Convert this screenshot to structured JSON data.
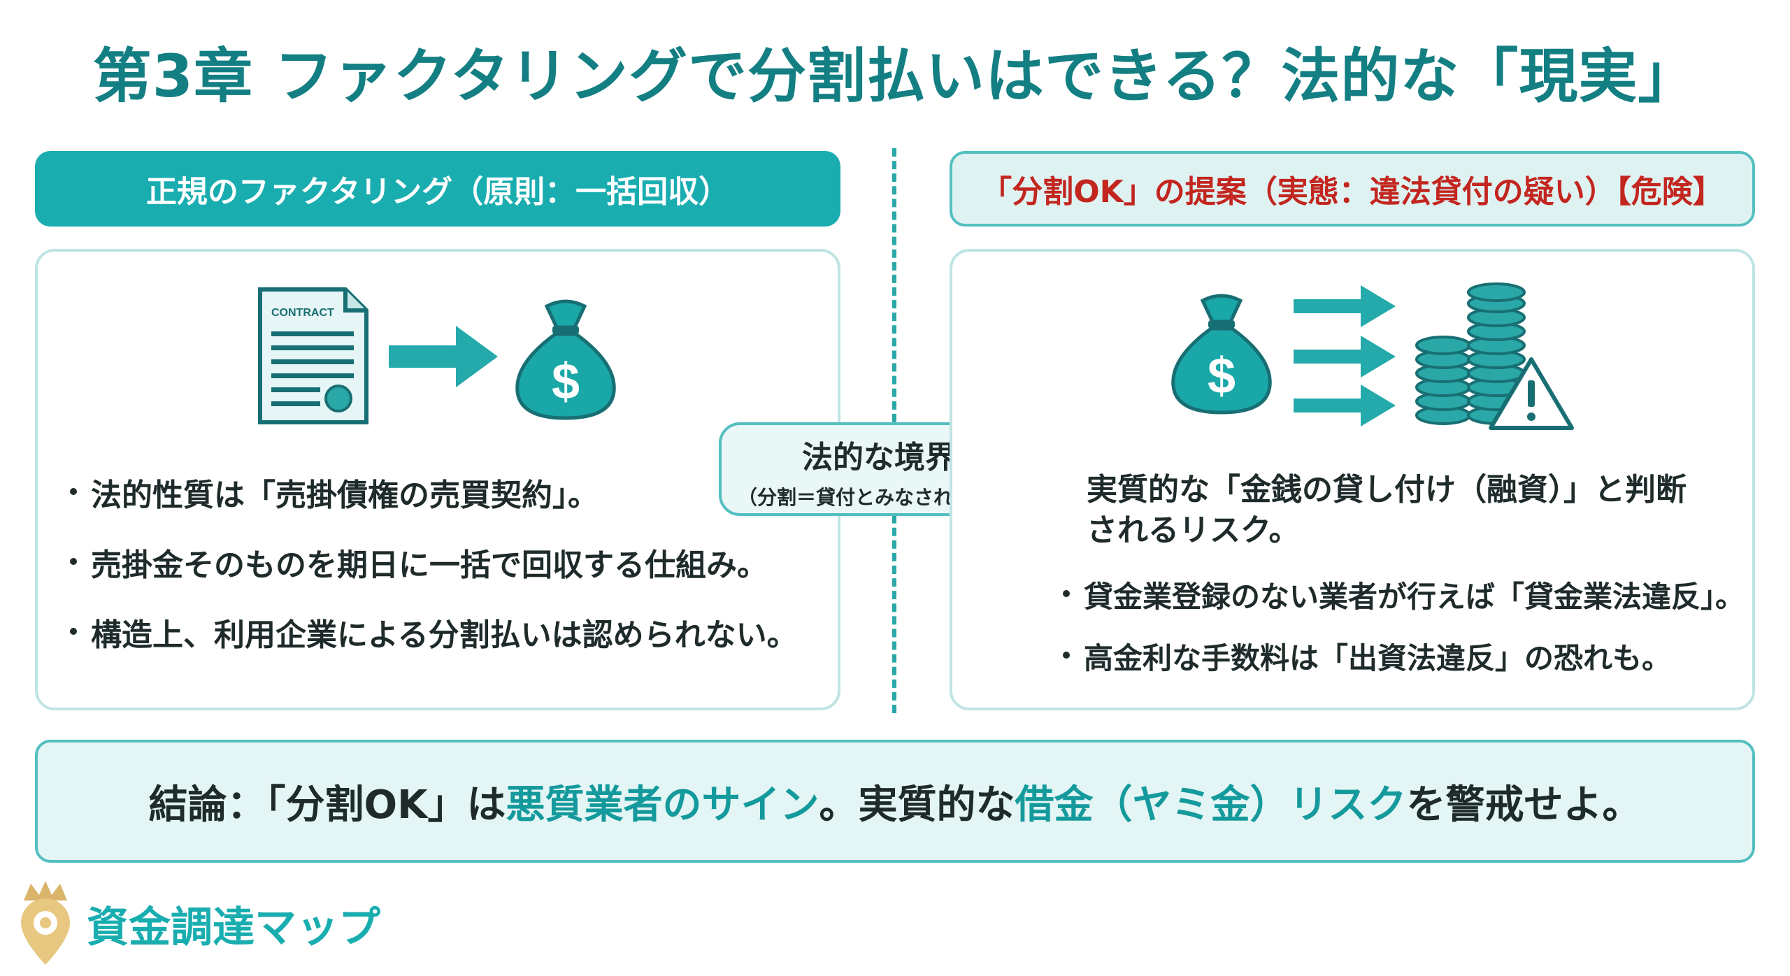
{
  "title": "第3章 ファクタリングで分割払いはできる？法的な「現実」",
  "left": {
    "header": "正規のファクタリング（原則：一括回収）",
    "contract_label": "CONTRACT",
    "bullets": [
      "法的性質は「売掛債権の売買契約」。",
      "売掛金そのものを期日に一括で回収する仕組み。",
      "構造上、利用企業による分割払いは認められない。"
    ]
  },
  "boundary": {
    "title": "法的な境界線",
    "subtitle": "（分割＝貸付とみなされるリスク）"
  },
  "right": {
    "header": "「分割OK」の提案（実態：違法貸付の疑い）【危険】",
    "lead_line1": "実質的な「金銭の貸し付け（融資）」と判断",
    "lead_line2": "されるリスク。",
    "bullets": [
      "貸金業登録のない業者が行えば「貸金業法違反」。",
      "高金利な手数料は「出資法違反」の恐れも。"
    ]
  },
  "conclusion": {
    "p1": "結論：「分割OK」は",
    "h1": "悪質業者のサイン",
    "p2": "。実質的な",
    "h2": "借金（ヤミ金）リスク",
    "p3": "を警戒せよ。"
  },
  "brand": {
    "name": "資金調達マップ"
  },
  "colors": {
    "teal": "#19adb0",
    "dark_teal": "#137f83",
    "danger": "#c2261f"
  }
}
